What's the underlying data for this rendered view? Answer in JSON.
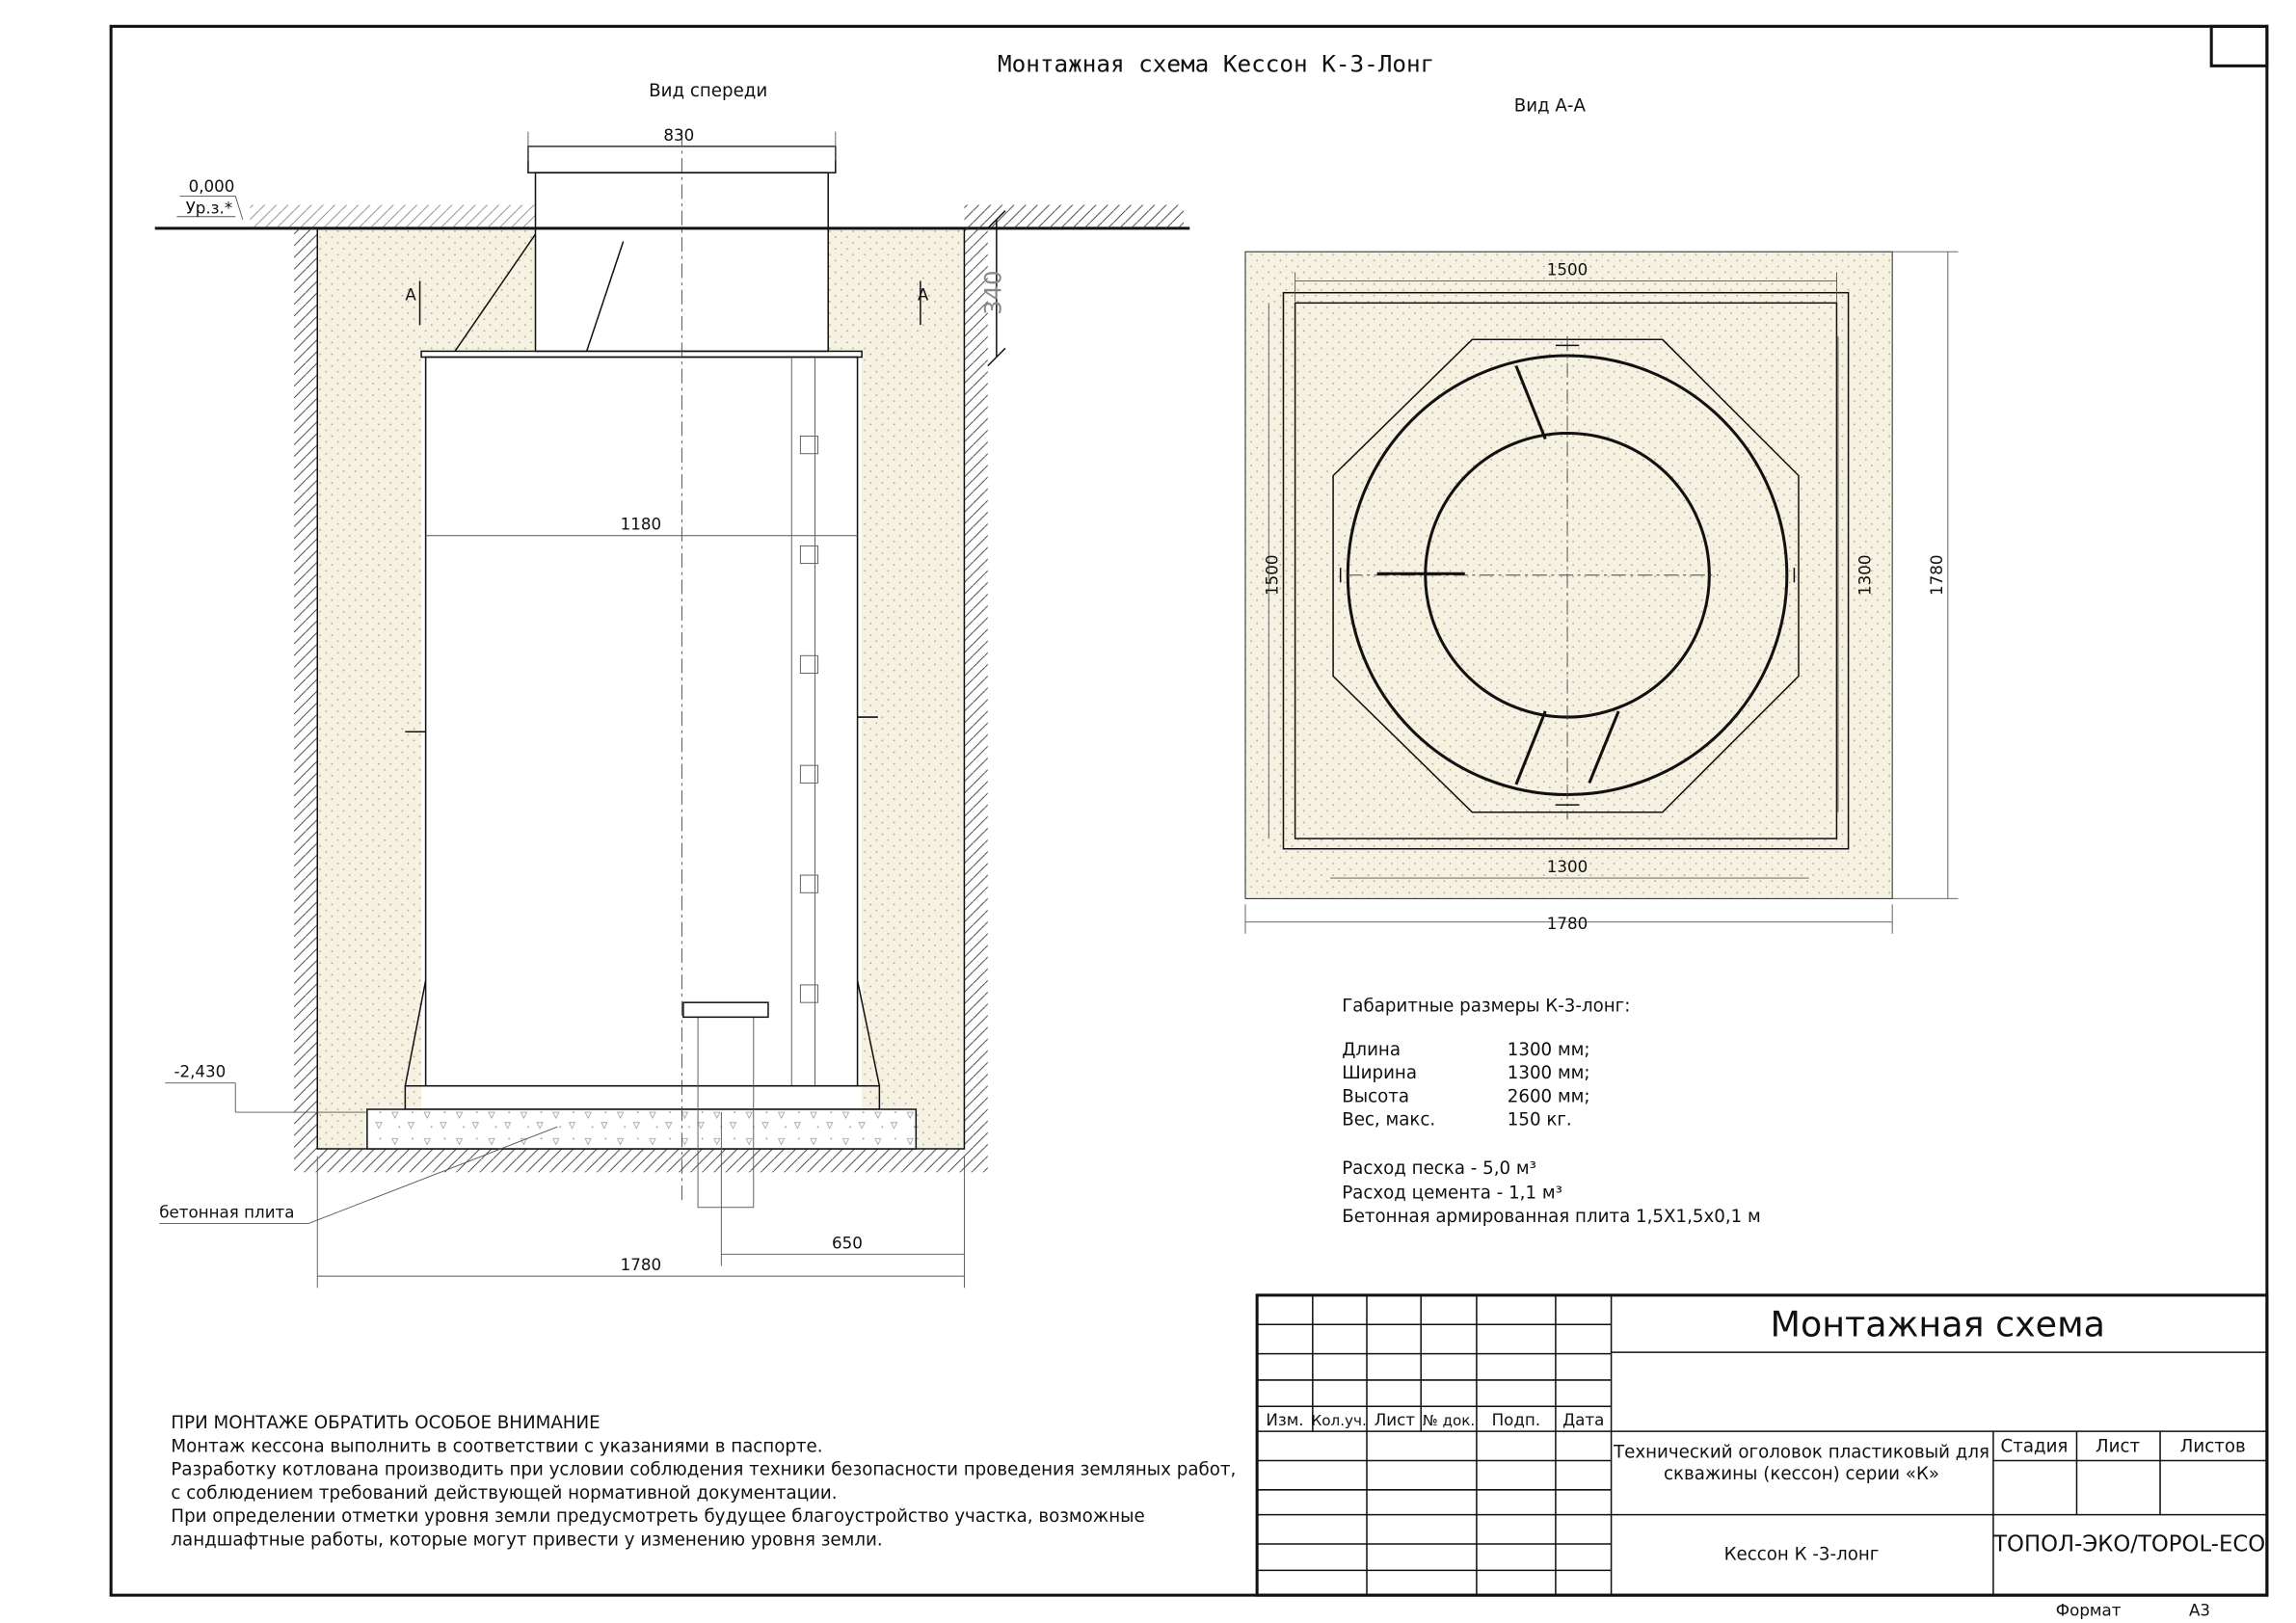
{
  "title": "Монтажная схема Кессон К-3-Лонг",
  "front_view": {
    "label": "Вид спереди",
    "dim_neck": "830",
    "dim_body": "1180",
    "dim_pit": "1780",
    "dim_offset": "650",
    "dim_depth_neck": "340",
    "level_top": "0,000",
    "level_top_note": "Ур.з.*",
    "level_bottom": "-2,430",
    "section_mark": "А",
    "slab_label": "бетонная плита"
  },
  "section_view": {
    "label": "Вид А-А",
    "dim_top": "1500",
    "dim_left": "1500",
    "dim_bottom_inner": "1300",
    "dim_bottom_outer": "1780",
    "dim_right_inner": "1300",
    "dim_right_outer": "1780"
  },
  "specs": {
    "heading": "Габаритные размеры К-3-лонг:",
    "rows": [
      {
        "k": "Длина",
        "v": "1300 мм;"
      },
      {
        "k": "Ширина",
        "v": "1300 мм;"
      },
      {
        "k": "Высота",
        "v": "2600 мм;"
      },
      {
        "k": "Вес, макс.",
        "v": "150 кг."
      }
    ],
    "sand": "Расход песка - 5,0 м³",
    "cement": "Расход цемента - 1,1 м³",
    "slab": "Бетонная армированная плита 1,5Х1,5х0,1 м"
  },
  "notes": {
    "heading": "ПРИ МОНТАЖЕ ОБРАТИТЬ ОСОБОЕ ВНИМАНИЕ",
    "lines": [
      "Монтаж кессона выполнить в соответствии с указаниями в паспорте.",
      "Разработку котлована производить при условии соблюдения техники безопасности проведения земляных работ,",
      "с соблюдением требований действующей нормативной документации.",
      "При определении отметки уровня земли предусмотреть будущее благоустройство участка, возможные",
      "ландшафтные работы, которые могут привести у изменению уровня земли."
    ]
  },
  "title_block": {
    "drawing_name": "Монтажная схема",
    "cols": [
      "Изм.",
      "Кол.уч.",
      "Лист",
      "№ док.",
      "Подп.",
      "Дата"
    ],
    "product": "Технический оголовок пластиковый для",
    "product2": "скважины (кессон) серии «К»",
    "stage": "Стадия",
    "sheet": "Лист",
    "sheets": "Листов",
    "item": "Кессон К -3-лонг",
    "company": "ТОПОЛ-ЭКО/TOPOL-ECO",
    "format_label": "Формат",
    "format": "А3"
  }
}
